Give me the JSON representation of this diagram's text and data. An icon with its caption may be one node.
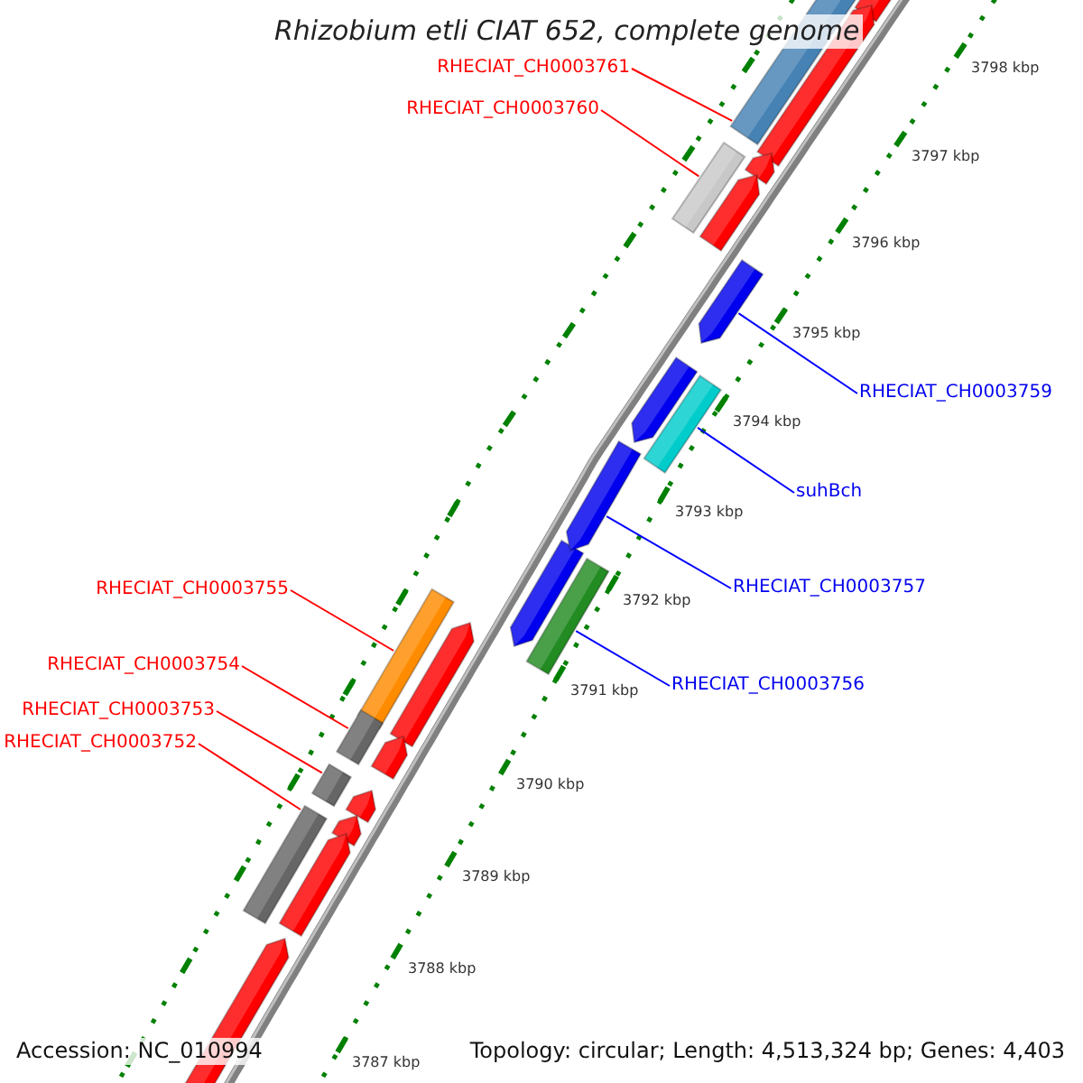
{
  "diagram": {
    "title": "Rhizobium etli CIAT 652, complete genome",
    "nodes": [
      {
        "text": [
          "RHECIAT_CH0003761"
        ]
      },
      {
        "text": [
          "RHECIAT_CH0003760"
        ]
      },
      {
        "text": [
          "RHECIAT_CH0003759"
        ]
      },
      {
        "text": [
          "suhBch"
        ]
      },
      {
        "text": [
          "RHECIAT_CH0003757"
        ]
      },
      {
        "text": [
          "RHECIAT_CH0003755"
        ]
      },
      {
        "text": [
          "RHECIAT_CH0003754"
        ]
      },
      {
        "text": [
          "RHECIAT_CH0003756"
        ]
      },
      {
        "text": [
          "RHECIAT_CH0003753"
        ]
      },
      {
        "text": [
          "RHECIAT_CH0003752"
        ]
      },
      {
        "text": [],
        "shape": "bar"
      },
      {
        "text": [],
        "shape": "bar"
      },
      {
        "text": [],
        "shape": "arrow"
      },
      {
        "text": [],
        "shape": "bar"
      },
      {
        "text": [],
        "shape": "arrow"
      },
      {
        "text": [],
        "shape": "bar"
      },
      {
        "text": [],
        "shape": "bar"
      },
      {
        "text": [],
        "shape": "bar"
      },
      {
        "text": [],
        "shape": "bar"
      },
      {
        "text": [],
        "shape": "bar"
      }
    ],
    "edges": [
      {
        "from": 0,
        "to": 10,
        "arrow": "none"
      },
      {
        "from": 1,
        "to": 11,
        "arrow": "none"
      },
      {
        "from": 2,
        "to": 12,
        "arrow": "none",
        "color": "#0000ff"
      },
      {
        "from": 3,
        "to": 13,
        "arrow": "none",
        "color": "#0000ff"
      },
      {
        "from": 4,
        "to": 14,
        "arrow": "none",
        "color": "#0000ff"
      },
      {
        "from": 5,
        "to": 16,
        "arrow": "none"
      },
      {
        "from": 6,
        "to": 17,
        "arrow": "none"
      },
      {
        "from": 7,
        "to": 15,
        "arrow": "none",
        "color": "#0000ff"
      },
      {
        "from": 8,
        "to": 18,
        "arrow": "none"
      },
      {
        "from": 9,
        "to": 19,
        "arrow": "none"
      }
    ],
    "labels": [
      "3798 kbp",
      "3797 kbp",
      "3796 kbp",
      "3795 kbp",
      "3794 kbp",
      "3793 kbp",
      "3792 kbp",
      "3791 kbp",
      "3790 kbp",
      "3789 kbp",
      "3788 kbp",
      "3787 kbp",
      "Accession: NC_010994",
      "Topology: circular; Length: 4,513,324 bp; Genes: 4,403"
    ]
  }
}
